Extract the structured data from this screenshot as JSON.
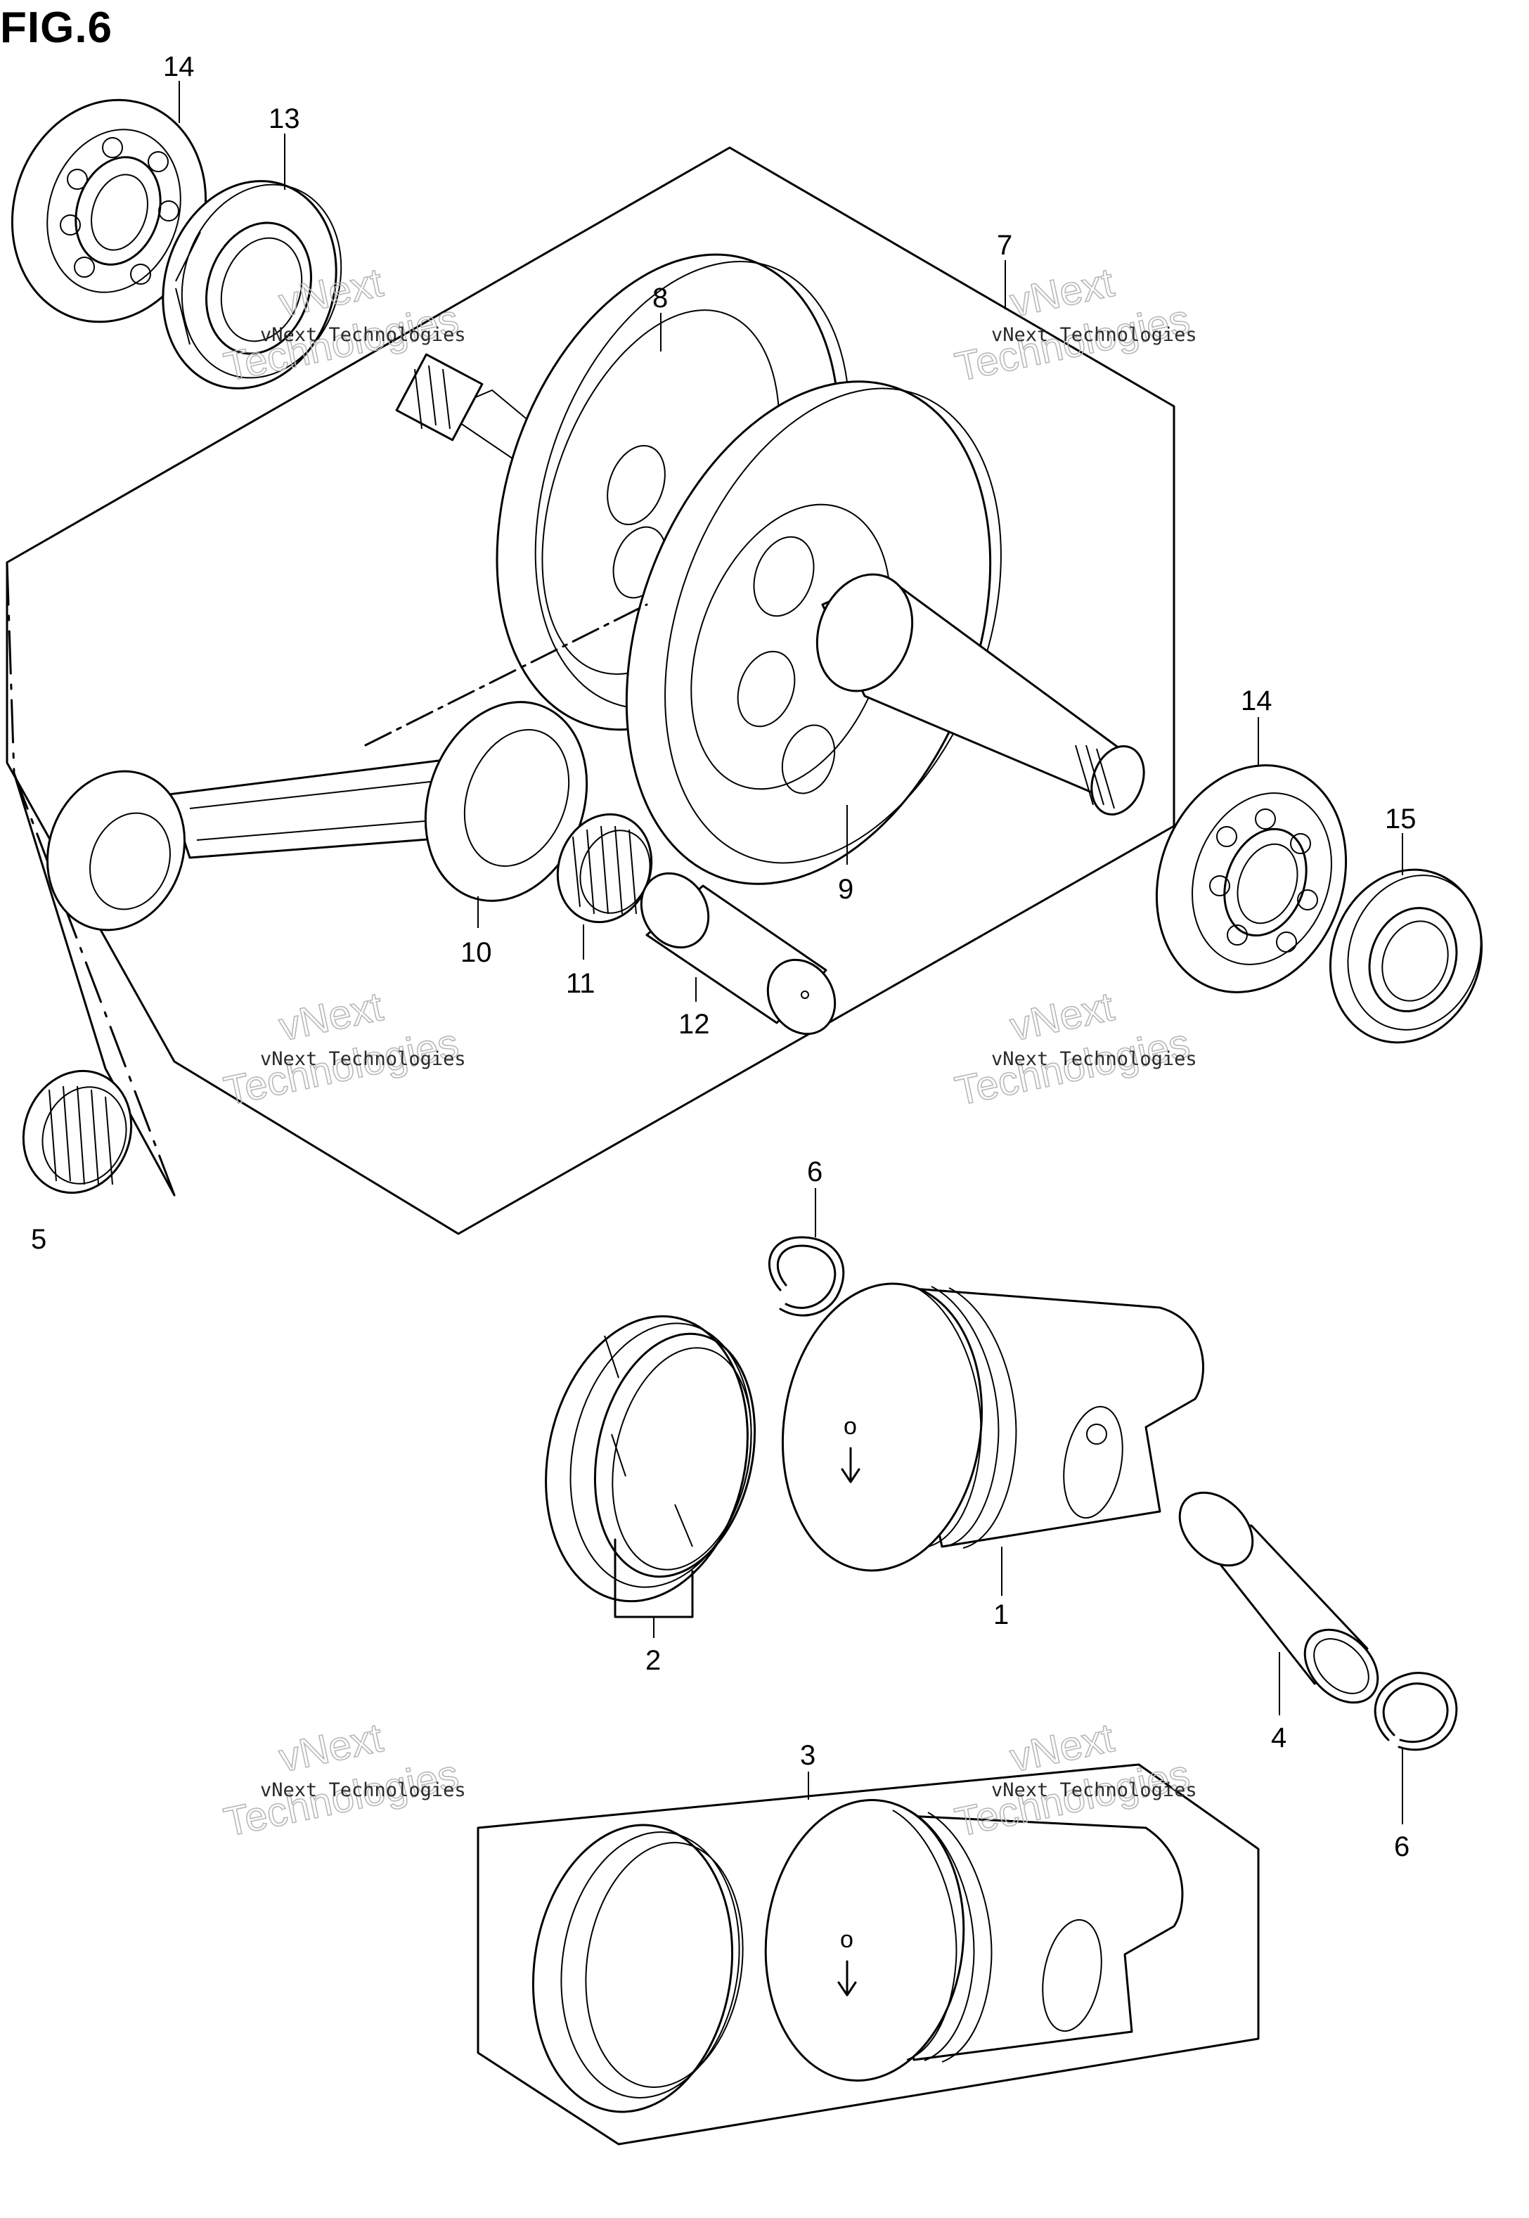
{
  "figure_title": "FIG.6",
  "callouts": {
    "c14a": "14",
    "c13": "13",
    "c7": "7",
    "c8": "8",
    "c9": "9",
    "c10": "10",
    "c11": "11",
    "c12": "12",
    "c14b": "14",
    "c15": "15",
    "c5": "5",
    "c6a": "6",
    "c1": "1",
    "c2": "2",
    "c4": "4",
    "c6b": "6",
    "c3": "3"
  },
  "watermark": {
    "line1": "vNext Technologies",
    "brand_top": "vNext",
    "brand_bottom": "Technologies"
  },
  "colors": {
    "ink": "#000000",
    "paper": "#ffffff",
    "watermark_outline": "#b8b8b8"
  }
}
